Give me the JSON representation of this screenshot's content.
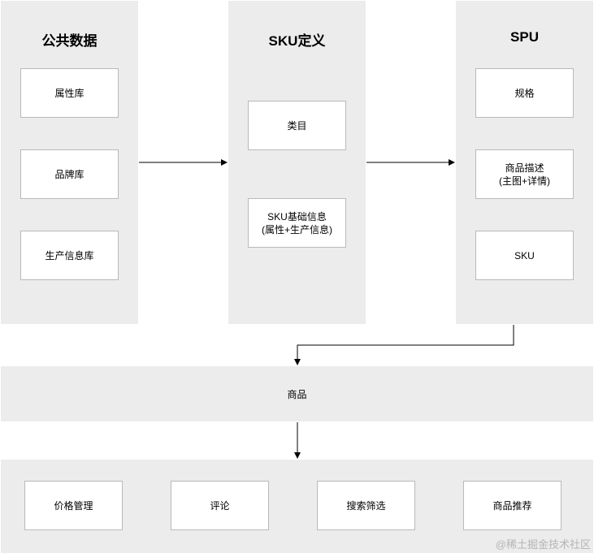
{
  "public_data": {
    "title": "公共数据",
    "items": [
      "属性库",
      "品牌库",
      "生产信息库"
    ]
  },
  "sku_def": {
    "title": "SKU定义",
    "items": [
      {
        "line1": "类目",
        "line2": ""
      },
      {
        "line1": "SKU基础信息",
        "line2": "(属性+生产信息)"
      }
    ]
  },
  "spu": {
    "title": "SPU",
    "items": [
      {
        "line1": "规格",
        "line2": ""
      },
      {
        "line1": "商品描述",
        "line2": "(主图+详情)"
      },
      {
        "line1": "SKU",
        "line2": ""
      }
    ]
  },
  "product_band": {
    "label": "商品"
  },
  "bottom_items": [
    "价格管理",
    "评论",
    "搜索筛选",
    "商品推荐"
  ],
  "watermark": "@稀土掘金技术社区"
}
